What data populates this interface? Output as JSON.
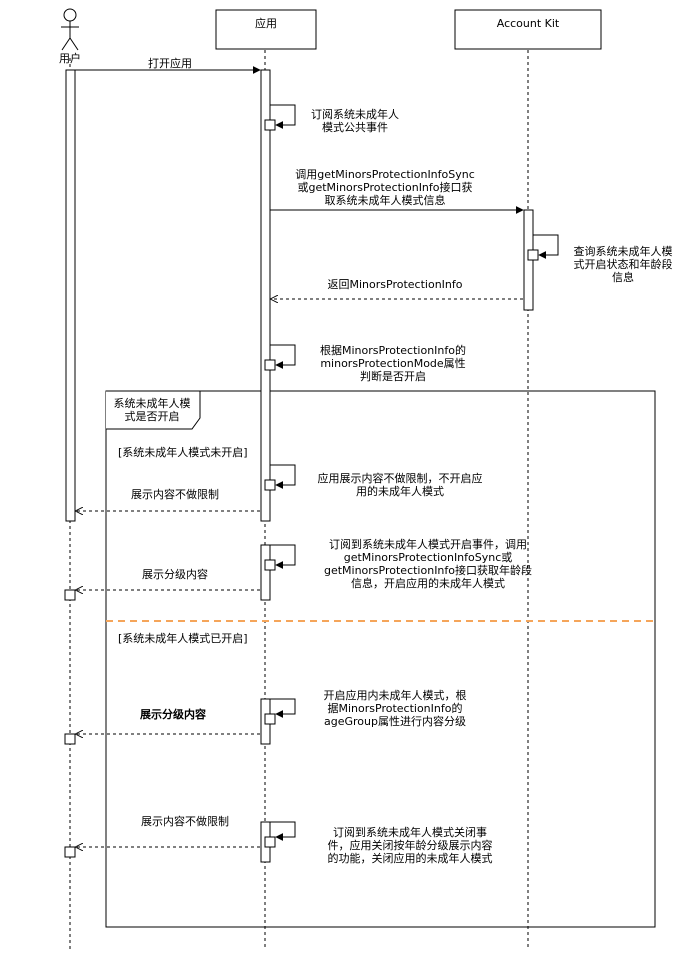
{
  "participants": {
    "user": "用户",
    "app": "应用",
    "account_kit": "Account Kit"
  },
  "messages": {
    "open_app": "打开应用",
    "subscribe_1": "订阅系统未成年人",
    "subscribe_2": "模式公共事件",
    "call_1": "调用getMinorsProtectionInfoSync",
    "call_2": "或getMinorsProtectionInfo接口获",
    "call_3": "取系统未成年人模式信息",
    "query_1": "查询系统未成年人模",
    "query_2": "式开启状态和年龄段",
    "query_3": "信息",
    "return_info": "返回MinorsProtectionInfo",
    "judge_1": "根据MinorsProtectionInfo的",
    "judge_2": "minorsProtectionMode属性",
    "judge_3": "判断是否开启"
  },
  "frame": {
    "title_1": "系统未成年人模",
    "title_2": "式是否开启",
    "guard_off": "[系统未成年人模式未开启]",
    "guard_on": "[系统未成年人模式已开启]"
  },
  "branch_off": {
    "self_1": "应用展示内容不做限制，不开启应",
    "self_2": "用的未成年人模式",
    "reply": "展示内容不做限制",
    "sub_1": "订阅到系统未成年人模式开启事件，调用",
    "sub_2": "getMinorsProtectionInfoSync或",
    "sub_3": "getMinorsProtectionInfo接口获取年龄段",
    "sub_4": "信息，开启应用的未成年人模式",
    "reply_graded": "展示分级内容"
  },
  "branch_on": {
    "self_1": "开启应用内未成年人模式，根",
    "self_2": "据MinorsProtectionInfo的",
    "self_3": "ageGroup属性进行内容分级",
    "reply_graded": "展示分级内容",
    "reply_unlimited": "展示内容不做限制",
    "close_1": "订阅到系统未成年人模式关闭事",
    "close_2": "件，应用关闭按年龄分级展示内容",
    "close_3": "的功能，关闭应用的未成年人模式"
  },
  "colors": {
    "line": "#000000",
    "divider": "#f5a55a"
  }
}
